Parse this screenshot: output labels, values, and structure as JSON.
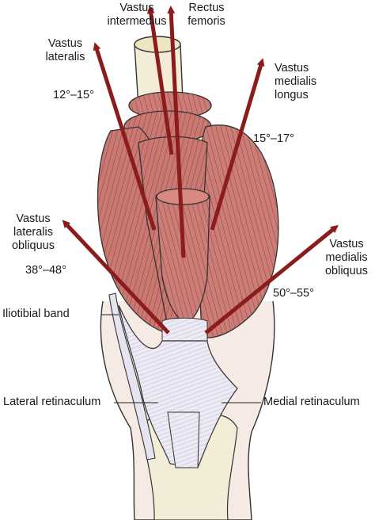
{
  "labels": {
    "vastus_intermedius": [
      "Vastus",
      "intermedius"
    ],
    "rectus_femoris": [
      "Rectus",
      "femoris"
    ],
    "vastus_lateralis": [
      "Vastus",
      "lateralis"
    ],
    "vastus_medialis_longus": [
      "Vastus",
      "medialis",
      "longus"
    ],
    "vastus_lateralis_obliquus": [
      "Vastus",
      "lateralis",
      "obliquus"
    ],
    "vastus_medialis_obliquus": [
      "Vastus",
      "medialis",
      "obliquus"
    ],
    "iliotibial_band": "Iliotibial band",
    "lateral_retinaculum": "Lateral retinaculum",
    "medial_retinaculum": "Medial retinaculum"
  },
  "angles": {
    "vastus_lateralis": "12°–15°",
    "vastus_medialis_longus": "15°–17°",
    "vastus_lateralis_obliquus": "38°–48°",
    "vastus_medialis_obliquus": "50°–55°"
  },
  "colors": {
    "muscle": "#c97872",
    "muscle_dark": "#9e4a45",
    "arrow": "#8b1c1c",
    "bone": "#f3ecd6",
    "tendon": "#e8e8f3",
    "skin": "#f6ebe4"
  }
}
